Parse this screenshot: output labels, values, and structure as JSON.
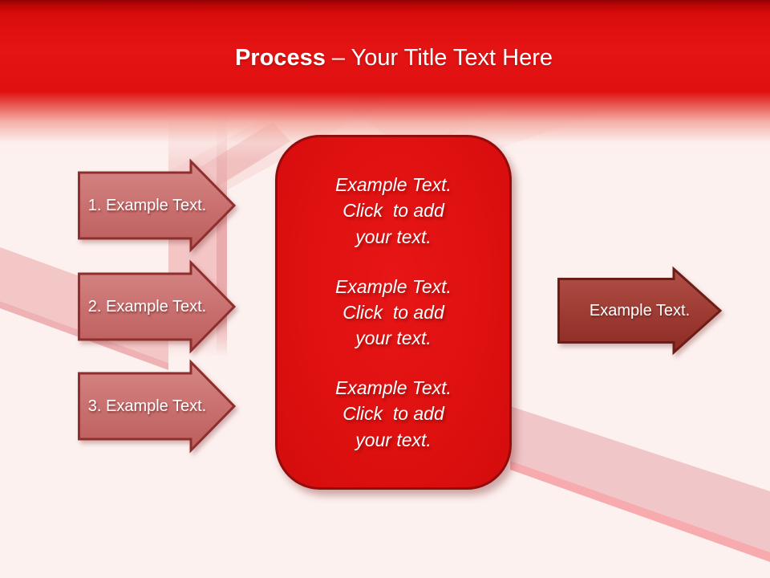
{
  "title": {
    "bold": "Process",
    "rest": " – Your Title Text Here"
  },
  "left_arrows": [
    {
      "label": "1. Example Text."
    },
    {
      "label": "2. Example Text."
    },
    {
      "label": "3. Example Text."
    }
  ],
  "center_box": {
    "paragraphs": [
      "Example Text.\nClick  to add\nyour text.",
      "Example Text.\nClick  to add\nyour text.",
      "Example Text.\nClick  to add\nyour text."
    ]
  },
  "right_arrow": {
    "label": "Example Text."
  },
  "colors": {
    "header_red_dark": "#8f0202",
    "header_red": "#e01111",
    "background": "#fcf1ef",
    "callout_fill": "#dc0f0f",
    "callout_border": "#930b0b",
    "left_arrow_fill": "#c87372",
    "left_arrow_border": "#8e2f2d",
    "right_arrow_fill": "#9d3b33",
    "right_arrow_border": "#6b1d16",
    "ghost_arrow_pink": "#f2c3c4",
    "text_white": "#ffffff"
  }
}
